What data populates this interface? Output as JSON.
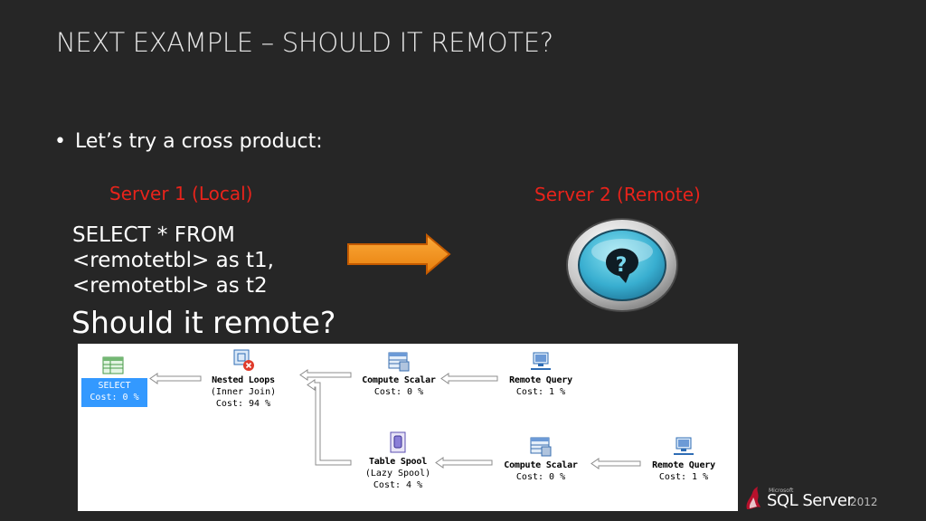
{
  "slide": {
    "title": "NEXT EXAMPLE – SHOULD IT REMOTE?",
    "bullet": "Let’s try a cross product:",
    "server1_label": "Server 1 (Local)",
    "server2_label": "Server 2 (Remote)",
    "query_lines": [
      "SELECT * FROM",
      "<remotetbl> as t1,",
      "<remotetbl> as t2"
    ],
    "question": "Should it remote?",
    "bubble_symbol": "?"
  },
  "plan": {
    "select": {
      "name": "SELECT",
      "cost": "Cost: 0 %"
    },
    "nested_loops": {
      "name": "Nested Loops",
      "sub": "(Inner Join)",
      "cost": "Cost: 94 %"
    },
    "compute_scalar_1": {
      "name": "Compute Scalar",
      "cost": "Cost: 0 %"
    },
    "remote_query_1": {
      "name": "Remote Query",
      "cost": "Cost: 1 %"
    },
    "table_spool": {
      "name": "Table Spool",
      "sub": "(Lazy Spool)",
      "cost": "Cost: 4 %"
    },
    "compute_scalar_2": {
      "name": "Compute Scalar",
      "cost": "Cost: 0 %"
    },
    "remote_query_2": {
      "name": "Remote Query",
      "cost": "Cost: 1 %"
    }
  },
  "brand": {
    "microsoft": "Microsoft",
    "product": "SQL Server",
    "year": "2012"
  },
  "colors": {
    "background": "#262626",
    "accent_red": "#e8231b",
    "arrow_orange": "#f7941d",
    "select_highlight": "#3399ff"
  }
}
